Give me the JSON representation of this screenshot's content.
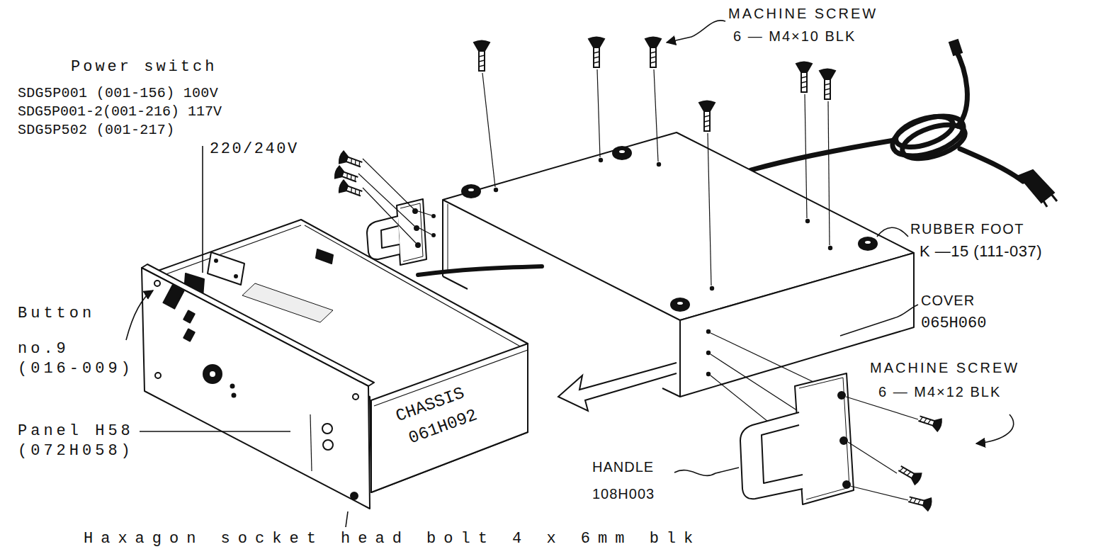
{
  "diagram": {
    "labels": [
      "MACHINE SCREW",
      "6 — M4×10 BLK",
      "Power switch",
      "SDG5P001 (001-156) 100V",
      "SDG5P001-2(001-216) 117V",
      "SDG5P502 (001-217)",
      "220/240V",
      "Button",
      "no.9",
      "(016-009)",
      "Panel H58",
      "(072H058)",
      "CHASSIS",
      "061H092",
      "RUBBER FOOT",
      "K —15 (111-037)",
      "COVER",
      "065H060",
      "MACHINE SCREW",
      "6 — M4×12 BLK",
      "HANDLE",
      "108H003",
      "Haxagon socket head bolt 4 x 6mm blk"
    ]
  }
}
